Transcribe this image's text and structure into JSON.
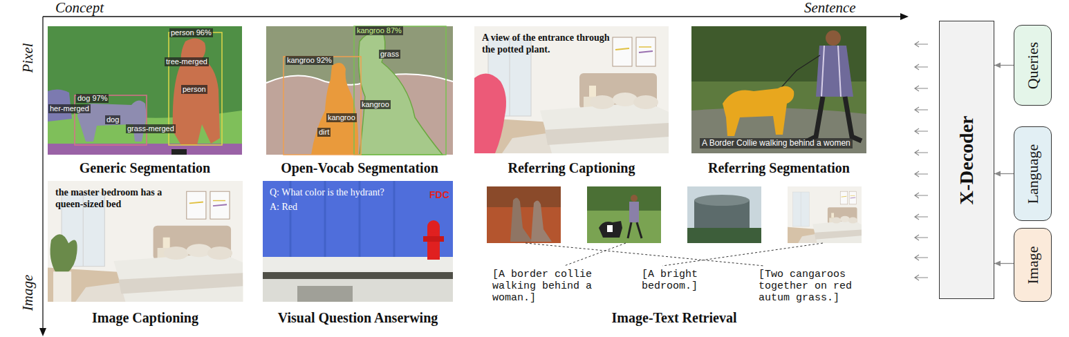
{
  "diagram": {
    "nodes": [
      {
        "text": [
          "Generic Segmentation"
        ]
      },
      {
        "text": [
          "Open-Vocab Segmentation"
        ]
      },
      {
        "text": [
          "Referring Captioning"
        ]
      },
      {
        "text": [
          "Referring Segmentation"
        ]
      },
      {
        "text": [
          "Image Captioning"
        ]
      },
      {
        "text": [
          "Visual Question Anserwing"
        ]
      },
      {
        "text": [
          "Image-Text Retrieval"
        ]
      },
      {
        "text": [
          "X-Decoder"
        ]
      },
      {
        "text": [
          "Queries"
        ]
      },
      {
        "text": [
          "Language"
        ]
      },
      {
        "text": [
          "Image"
        ]
      }
    ],
    "edges": [
      {
        "from": 8,
        "to": 7,
        "arrow": "to"
      },
      {
        "from": 9,
        "to": 7,
        "arrow": "to"
      },
      {
        "from": 10,
        "to": 7,
        "arrow": "to"
      }
    ],
    "labels": [
      "Concept",
      "Sentence",
      "Pixel",
      "Image",
      "person 96%",
      "tree-merged",
      "person",
      "dog 97%",
      "her-merged",
      "dog",
      "grass-merged",
      "kangroo 87%",
      "grass",
      "kangroo 92%",
      "kangroo",
      "kangroo",
      "dirt",
      "A view of the entrance through the potted plant.",
      "A Border Collie walking behind a women",
      "the master bedroom has a queen-sized bed",
      "Q: What color is the hydrant?",
      "A: Red",
      "FDC",
      "[A border collie walking behind a woman.]",
      "[A bright bedroom.]",
      "[Two cangaroos together on red autum grass.]"
    ]
  }
}
